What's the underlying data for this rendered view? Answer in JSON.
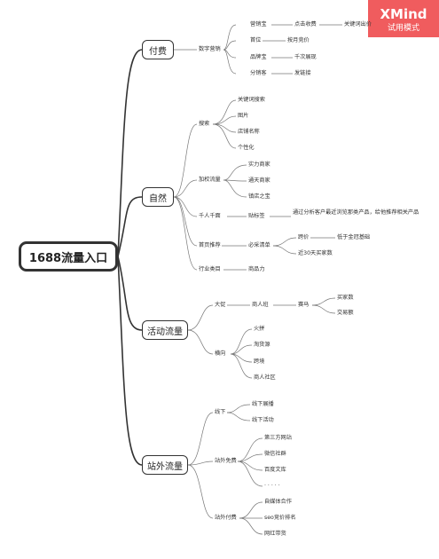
{
  "root": "1688流量入口",
  "badge": {
    "brand": "XMind",
    "mode": "试用模式",
    "color": "#f05c5e"
  },
  "branches": {
    "fufei": {
      "label": "付费",
      "digital": "数字营销",
      "yingxiaobao": "营销宝",
      "click_pay": "点击收费",
      "keyword": "关键词出价",
      "shouwei": "首位",
      "monthly_bid": "按月竞价",
      "pinpaibao": "品牌宝",
      "cpm": "千次展现",
      "fenxiaoke": "分销客",
      "link": "发链接"
    },
    "ziran": {
      "label": "自然",
      "search": "搜索",
      "kw_search": "关键词搜索",
      "image": "图片",
      "shop_name": "店铺名称",
      "personal": "个性化",
      "weighted": "加权流量",
      "strength": "实力商家",
      "tongtian": "通天商家",
      "treasure": "镇店之宝",
      "qianren": "千人千面",
      "tag": "贴标签",
      "tag_desc": "通过分析客户最近浏览那类产品，给他推荐相关产品",
      "homepage": "首页推荐",
      "must_buy": "必采清单",
      "price": "跨价",
      "below_crown": "低于金冠基础",
      "recent30": "近30天买家数",
      "industry": "行业类目",
      "product_power": "商品力"
    },
    "huodong": {
      "label": "活动流量",
      "dacu": "大促",
      "merchant_list": "商人班",
      "saima": "赛马",
      "buyers": "买家数",
      "gmv": "交易额",
      "horizontal": "横向",
      "hotpot": "火拼",
      "taohuoyuan": "淘货源",
      "cross": "跨境",
      "community": "商人社区"
    },
    "zhanwai": {
      "label": "站外流量",
      "offline": "线下",
      "expo": "线下展播",
      "events": "线下活动",
      "free": "站外免费",
      "third_site": "第三方网站",
      "wechat": "微信社群",
      "baidu": "百度文库",
      "dots": "· · · · ·",
      "paid": "站外付费",
      "media": "自媒体合作",
      "seo": "seo竞价排名",
      "kol": "网红带货"
    }
  }
}
